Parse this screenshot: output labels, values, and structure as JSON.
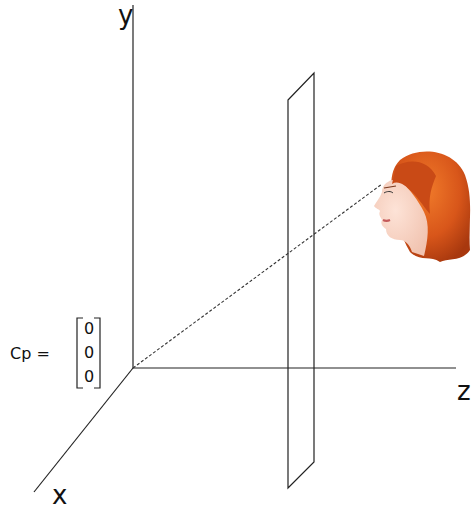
{
  "diagram": {
    "labels": [
      "y",
      "z",
      "x",
      "Cp =",
      "0",
      "0",
      "0"
    ]
  }
}
